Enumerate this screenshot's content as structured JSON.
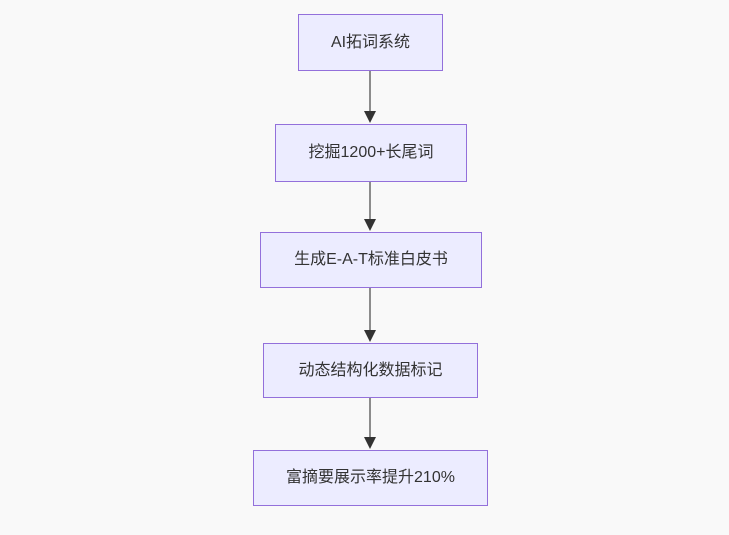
{
  "diagram": {
    "type": "flowchart-top-down",
    "colors": {
      "background": "#f9f9f9",
      "node_fill": "#ECECFF",
      "node_border": "#9370DB",
      "node_text": "#333333",
      "edge_line": "#8c8c8c",
      "arrowhead": "#333333"
    },
    "nodes": [
      {
        "id": "n1",
        "label": "AI拓词系统"
      },
      {
        "id": "n2",
        "label": "挖掘1200+长尾词"
      },
      {
        "id": "n3",
        "label": "生成E-A-T标准白皮书"
      },
      {
        "id": "n4",
        "label": "动态结构化数据标记"
      },
      {
        "id": "n5",
        "label": "富摘要展示率提升210%"
      }
    ],
    "edges": [
      {
        "from": "n1",
        "to": "n2"
      },
      {
        "from": "n2",
        "to": "n3"
      },
      {
        "from": "n3",
        "to": "n4"
      },
      {
        "from": "n4",
        "to": "n5"
      }
    ]
  }
}
